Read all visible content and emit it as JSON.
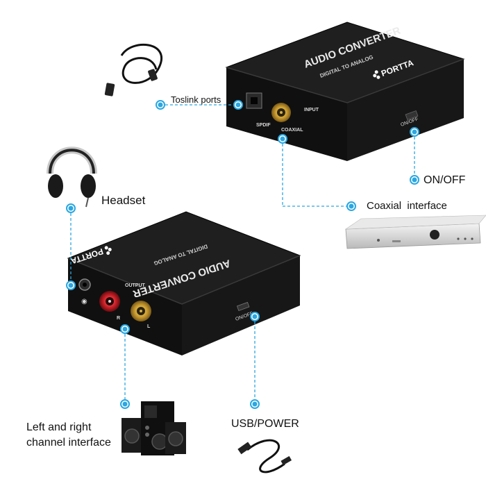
{
  "callouts": {
    "toslink": "Toslink ports",
    "onoff": "ON/OFF",
    "coaxial": "Coaxial  interface",
    "headset": "Headset",
    "left_right_line1": "Left and right",
    "left_right_line2": "channel interface",
    "usb_power": "USB/POWER"
  },
  "device_top": {
    "title": "AUDIO CONVERTER",
    "subtitle": "DIGITAL TO ANALOG",
    "brand": "PORTTA",
    "port_spdif": "SPDIF",
    "port_input": "INPUT",
    "port_coaxial": "COAXIAL",
    "switch_label": "ON/OFF"
  },
  "device_bottom": {
    "title": "AUDIO CONVERTER",
    "subtitle": "DIGITAL TO ANALOG",
    "brand": "PORTTA",
    "port_output": "OUTPUT",
    "port_r": "R",
    "port_l": "L",
    "switch_label": "ON/OFF"
  },
  "colors": {
    "callout_blue": "#2aa7e1",
    "device_body": "#151515",
    "rca_gold": "#d8b04a",
    "rca_red": "#d0272e"
  },
  "icons": [
    "toslink-cable-icon",
    "headset-icon",
    "amplifier-icon",
    "speaker-system-icon",
    "usb-cable-icon"
  ]
}
